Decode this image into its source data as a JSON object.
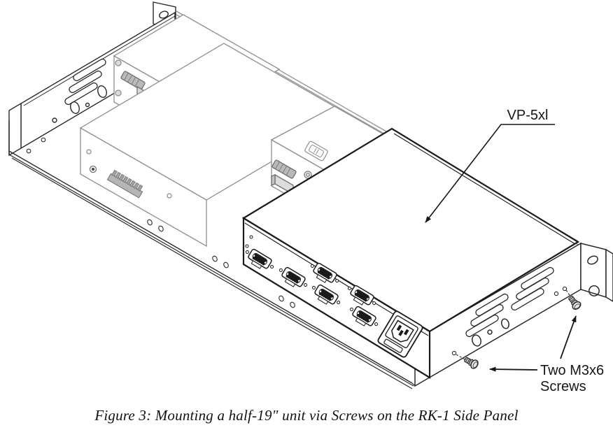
{
  "figure": {
    "caption": "Figure 3: Mounting a half-19\" unit via Screws on the RK-1 Side Panel",
    "unit_label": "VP-5xl",
    "screws_label_line1": "Two M3x6",
    "screws_label_line2": "Screws",
    "colors": {
      "ink": "#1a1a1a",
      "tray_line": "#2a2a2a",
      "unit_gray_line": "#8e8e8e",
      "rail_gray": "#9c9c9c",
      "background": "#ffffff"
    },
    "callouts": [
      {
        "name": "vp-5xl-callout",
        "text": "VP-5xl",
        "points_to": "vp-5xl-unit-top"
      },
      {
        "name": "screws-callout",
        "text": "Two M3x6 Screws",
        "points_to": "two-m3x6-screws"
      }
    ]
  }
}
